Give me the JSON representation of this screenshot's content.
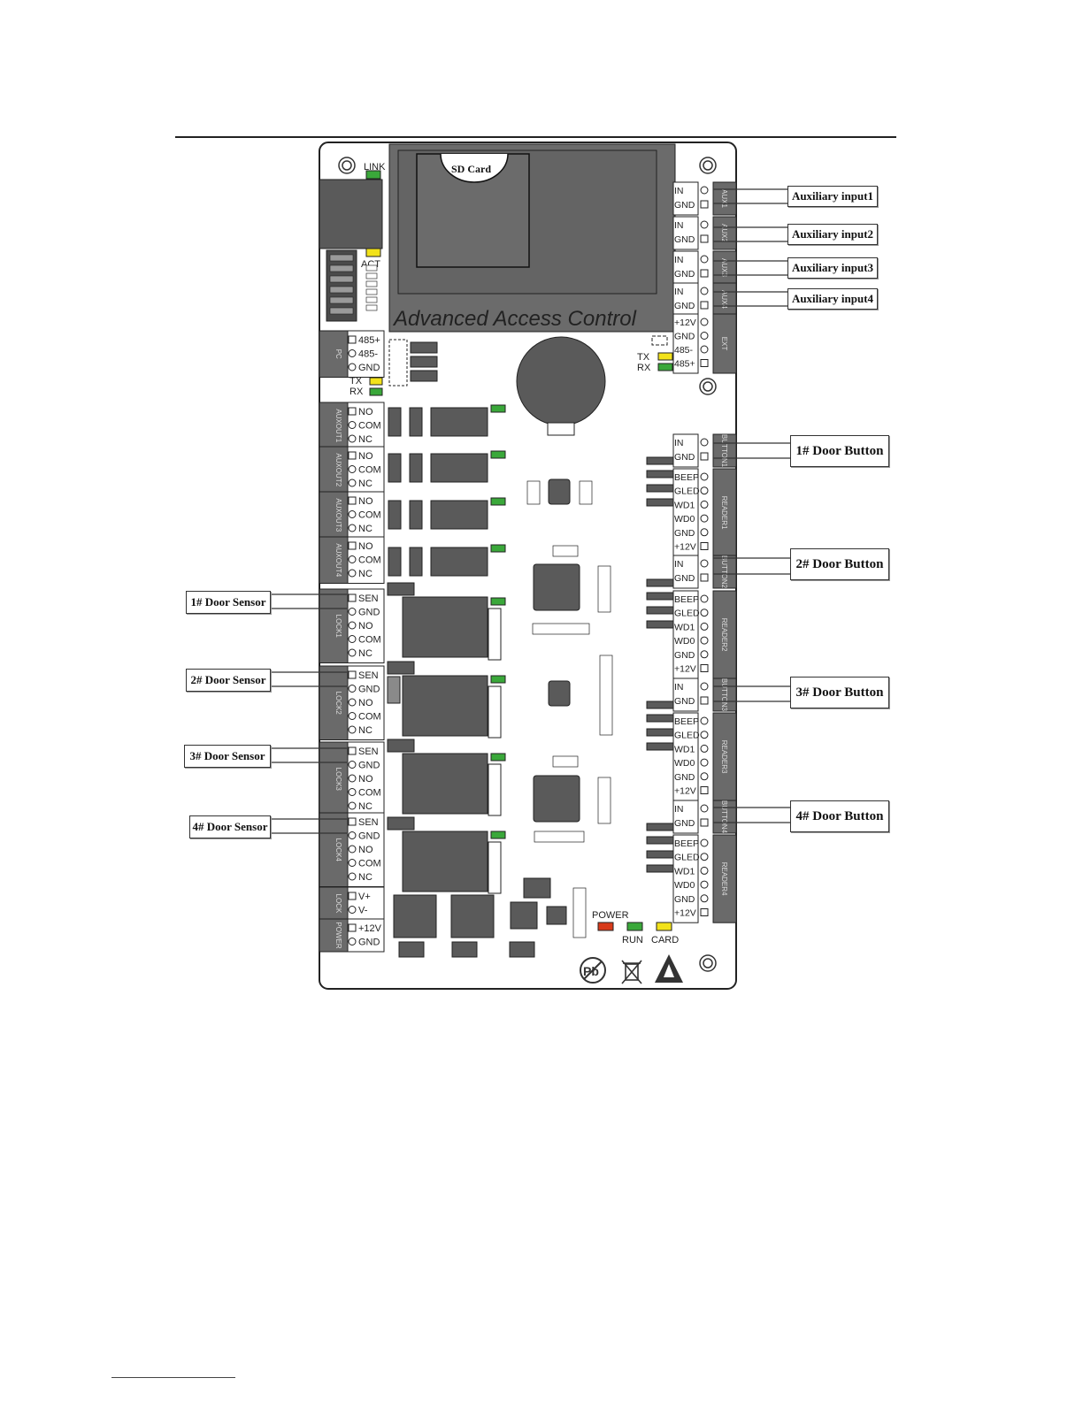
{
  "board": {
    "sd_label": "SD Card",
    "title": "Advanced Access Control",
    "link": "LINK",
    "act": "ACT",
    "tx": "TX",
    "rx": "RX",
    "power_led": "POWER",
    "run_led": "RUN",
    "card_led": "CARD",
    "pb_mark": "Pb"
  },
  "left_blocks": [
    {
      "side": "PC",
      "pins": [
        "485+",
        "485-",
        "GND"
      ]
    },
    {
      "side": "AUXOUT1",
      "pins": [
        "NO",
        "COM",
        "NC"
      ]
    },
    {
      "side": "AUXOUT2",
      "pins": [
        "NO",
        "COM",
        "NC"
      ]
    },
    {
      "side": "AUXOUT3",
      "pins": [
        "NO",
        "COM",
        "NC"
      ]
    },
    {
      "side": "AUXOUT4",
      "pins": [
        "NO",
        "COM",
        "NC"
      ]
    },
    {
      "side": "LOCK1",
      "pins": [
        "SEN",
        "GND",
        "NO",
        "COM",
        "NC"
      ]
    },
    {
      "side": "LOCK2",
      "pins": [
        "SEN",
        "GND",
        "NO",
        "COM",
        "NC"
      ]
    },
    {
      "side": "LOCK3",
      "pins": [
        "SEN",
        "GND",
        "NO",
        "COM",
        "NC"
      ]
    },
    {
      "side": "LOCK4",
      "pins": [
        "SEN",
        "GND",
        "NO",
        "COM",
        "NC"
      ]
    },
    {
      "side": "LOCK",
      "pins": [
        "V+",
        "V-"
      ]
    },
    {
      "side": "POWER",
      "pins": [
        "+12V",
        "GND"
      ]
    }
  ],
  "right_blocks": [
    {
      "side": "AUX1",
      "pins": [
        "IN",
        "GND"
      ]
    },
    {
      "side": "AUX2",
      "pins": [
        "IN",
        "GND"
      ]
    },
    {
      "side": "AUX3",
      "pins": [
        "IN",
        "GND"
      ]
    },
    {
      "side": "AUX4",
      "pins": [
        "IN",
        "GND"
      ]
    },
    {
      "side": "EXT",
      "pins": [
        "+12V",
        "GND",
        "485-",
        "485+"
      ]
    },
    {
      "side": "BUTTON1",
      "pins": [
        "IN",
        "GND"
      ]
    },
    {
      "side": "READER1",
      "pins": [
        "BEEP",
        "GLED",
        "WD1",
        "WD0",
        "GND",
        "+12V"
      ]
    },
    {
      "side": "BUTTON2",
      "pins": [
        "IN",
        "GND"
      ]
    },
    {
      "side": "READER2",
      "pins": [
        "BEEP",
        "GLED",
        "WD1",
        "WD0",
        "GND",
        "+12V"
      ]
    },
    {
      "side": "BUTTON3",
      "pins": [
        "IN",
        "GND"
      ]
    },
    {
      "side": "READER3",
      "pins": [
        "BEEP",
        "GLED",
        "WD1",
        "WD0",
        "GND",
        "+12V"
      ]
    },
    {
      "side": "BUTTON4",
      "pins": [
        "IN",
        "GND"
      ]
    },
    {
      "side": "READER4",
      "pins": [
        "BEEP",
        "GLED",
        "WD1",
        "WD0",
        "GND",
        "+12V"
      ]
    }
  ],
  "callouts": {
    "aux1": "Auxiliary input1",
    "aux2": "Auxiliary input2",
    "aux3": "Auxiliary input3",
    "aux4": "Auxiliary input4",
    "btn1": "1# Door Button",
    "btn2": "2# Door Button",
    "btn3": "3# Door Button",
    "btn4": "4# Door Button",
    "sen1": "1# Door Sensor",
    "sen2": "2# Door Sensor",
    "sen3": "3# Door Sensor",
    "sen4": "4# Door Sensor"
  },
  "colors": {
    "led_green": "#3aa83a",
    "led_yellow": "#f2e21a",
    "led_red": "#d83a1a",
    "component": "#5a5a5a",
    "terminal_strip": "#6a6a6a"
  }
}
